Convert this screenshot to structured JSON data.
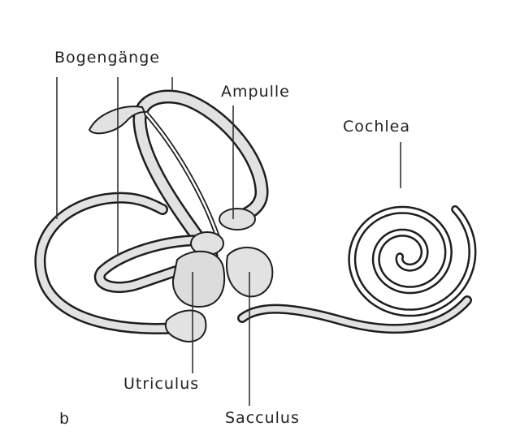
{
  "labels": {
    "bogengaenge": "Bogengänge",
    "ampulle": "Ampulle",
    "cochlea": "Cochlea",
    "utriculus": "Utriculus",
    "sacculus": "Sacculus",
    "panel": "b"
  },
  "colors": {
    "fill": "#e2e2e2",
    "stroke": "#1e1e1e"
  }
}
